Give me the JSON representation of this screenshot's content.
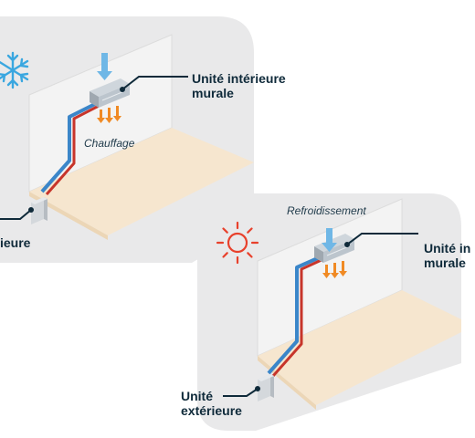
{
  "panel_cooling": {
    "caption": "Chauffage",
    "indoor_label_line1": "Unité intérieure",
    "indoor_label_line2": "murale",
    "outdoor_label_fragment": "ieure",
    "icon": "snowflake-icon",
    "icon_color": "#3aa7e0"
  },
  "panel_heating": {
    "caption": "Refroidissement",
    "indoor_label_line1": "Unité in",
    "indoor_label_line2": "murale",
    "outdoor_label_line1": "Unité",
    "outdoor_label_line2": "extérieure",
    "icon": "sun-icon",
    "icon_color": "#e8412c"
  },
  "colors": {
    "panel_bg": "#e9e9ea",
    "wall": "#f2f2f2",
    "floor": "#f6e6cf",
    "pipe_blue": "#3b86c9",
    "pipe_red": "#c7352b",
    "air_arrow": "#f08a24",
    "text": "#0f2a3a"
  }
}
